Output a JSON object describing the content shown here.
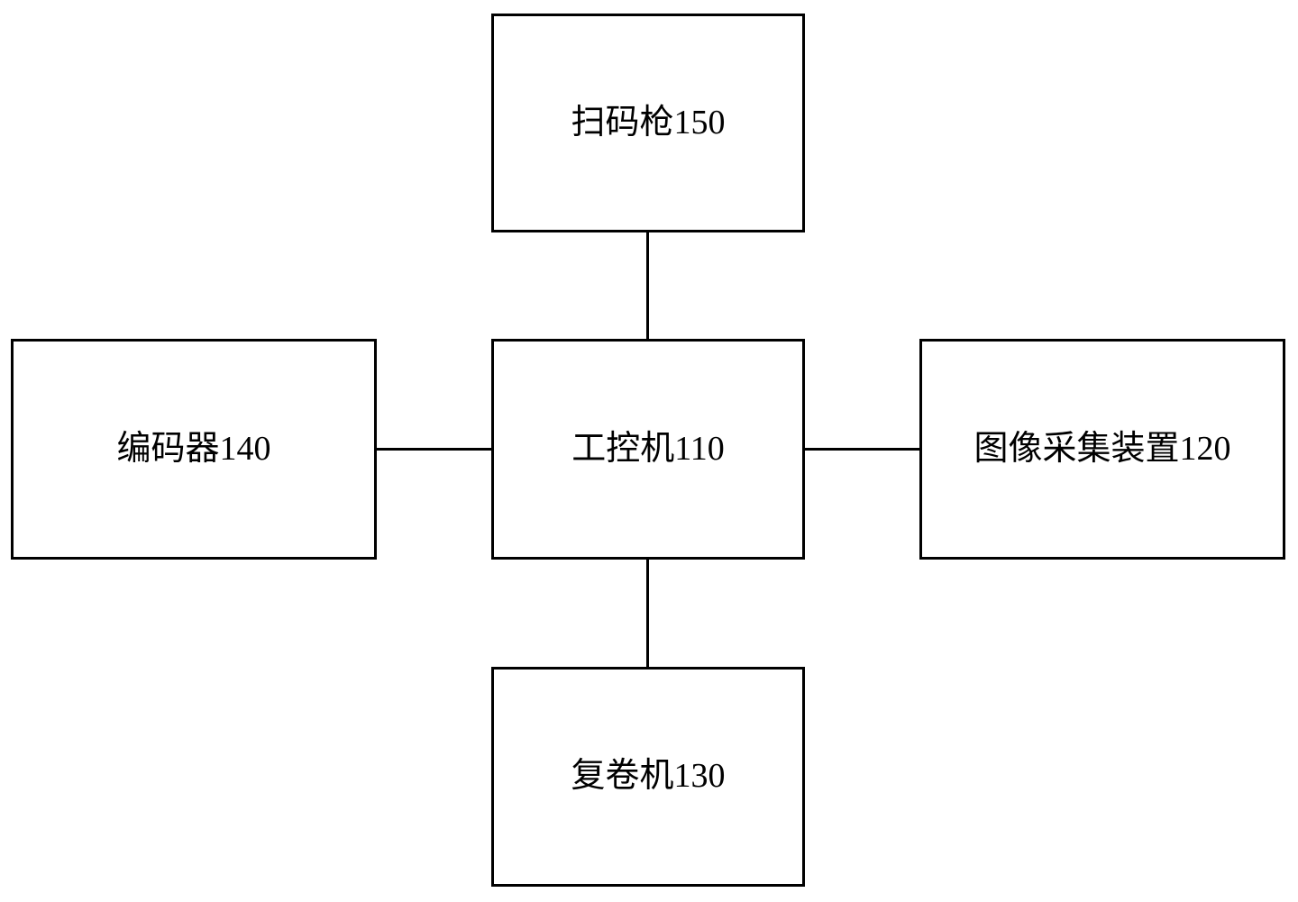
{
  "diagram": {
    "type": "block-diagram",
    "background_color": "#ffffff",
    "line_color": "#000000",
    "text_color": "#000000",
    "blocks": [
      {
        "id": "scanner",
        "label": "扫码枪150",
        "position": "top"
      },
      {
        "id": "encoder",
        "label": "编码器140",
        "position": "left"
      },
      {
        "id": "ipc",
        "label": "工控机110",
        "position": "center"
      },
      {
        "id": "image_acq",
        "label": "图像采集装置120",
        "position": "right"
      },
      {
        "id": "rewinder",
        "label": "复卷机130",
        "position": "bottom"
      }
    ],
    "connections": [
      {
        "from": "scanner",
        "to": "ipc",
        "orientation": "vertical"
      },
      {
        "from": "encoder",
        "to": "ipc",
        "orientation": "horizontal"
      },
      {
        "from": "ipc",
        "to": "image_acq",
        "orientation": "horizontal"
      },
      {
        "from": "ipc",
        "to": "rewinder",
        "orientation": "vertical"
      }
    ]
  }
}
